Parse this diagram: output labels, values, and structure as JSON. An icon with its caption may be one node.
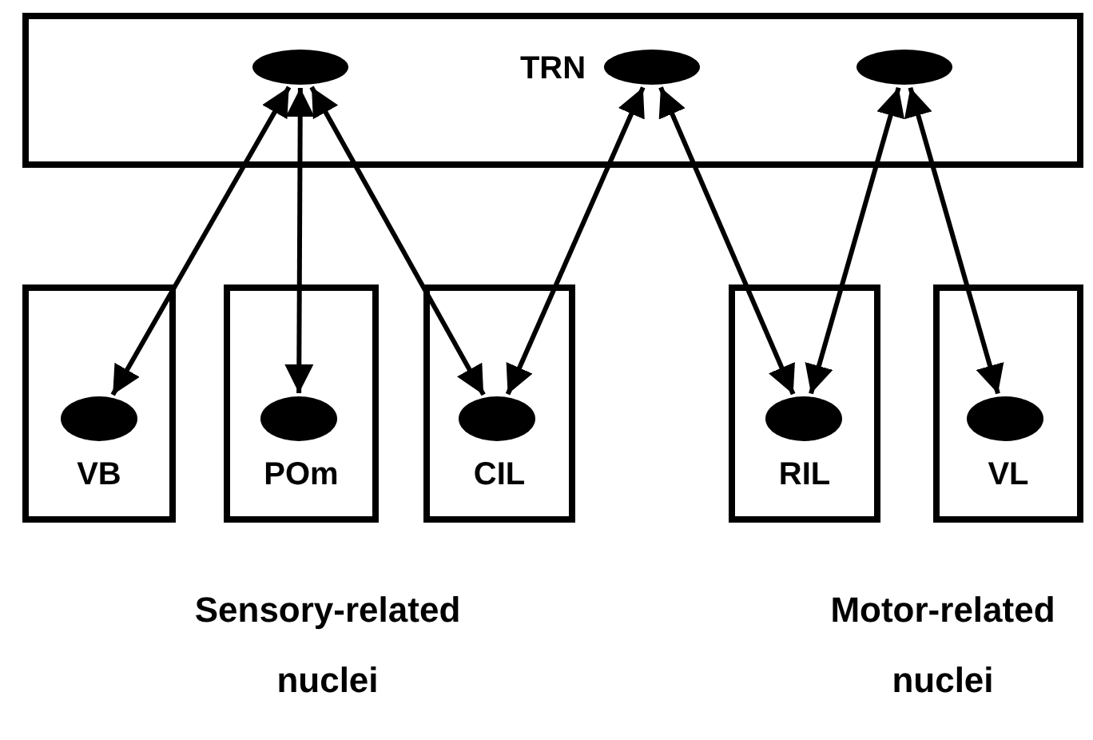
{
  "diagram": {
    "nodes": [
      {
        "text": [
          "TRN"
        ]
      },
      {
        "text": [],
        "shape": "ellipse",
        "in": 0
      },
      {
        "text": [],
        "shape": "ellipse",
        "in": 0
      },
      {
        "text": [],
        "shape": "ellipse",
        "in": 0
      },
      {
        "text": [
          "VB"
        ]
      },
      {
        "text": [],
        "shape": "ellipse",
        "in": 4
      },
      {
        "text": [
          "POm"
        ]
      },
      {
        "text": [],
        "shape": "ellipse",
        "in": 6
      },
      {
        "text": [
          "CIL"
        ]
      },
      {
        "text": [],
        "shape": "ellipse",
        "in": 8
      },
      {
        "text": [
          "RIL"
        ]
      },
      {
        "text": [],
        "shape": "ellipse",
        "in": 10
      },
      {
        "text": [
          "VL"
        ]
      },
      {
        "text": [],
        "shape": "ellipse",
        "in": 12
      }
    ],
    "edges": [
      {
        "from": 1,
        "to": 5,
        "arrow": "both"
      },
      {
        "from": 1,
        "to": 7,
        "arrow": "both"
      },
      {
        "from": 1,
        "to": 9,
        "arrow": "both"
      },
      {
        "from": 2,
        "to": 9,
        "arrow": "both"
      },
      {
        "from": 2,
        "to": 11,
        "arrow": "both"
      },
      {
        "from": 3,
        "to": 11,
        "arrow": "both"
      },
      {
        "from": 3,
        "to": 13,
        "arrow": "both"
      }
    ],
    "labels": [
      "Sensory-related nuclei",
      "Motor-related nuclei"
    ]
  }
}
